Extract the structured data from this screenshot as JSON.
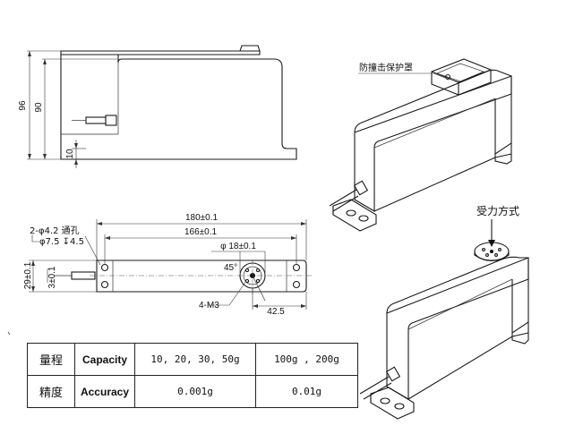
{
  "front_view": {
    "dim_overall_height": "96",
    "dim_body_height": "90",
    "dim_base": "10"
  },
  "top_view": {
    "hole_note_1": "2-φ4.2 通孔",
    "hole_note_2": "φ7.5 ↧4.5",
    "dim_length_total": "180±0.1",
    "dim_hole_spacing": "166±0.1",
    "dim_circle_dia": "φ 18±0.1",
    "dim_width": "29±0.1",
    "dim_offset": "3±0.1",
    "dim_angle": "45°",
    "thread_note": "4-M3",
    "dim_radius": "42.5"
  },
  "iso_view_top": {
    "callout": "防撞击保护罩"
  },
  "iso_view_bottom": {
    "callout": "受力方式"
  },
  "spec_table": {
    "rows": [
      {
        "zh": "量程",
        "en": "Capacity",
        "v1": "10, 20, 30, 50g",
        "v2": "100g , 200g"
      },
      {
        "zh": "精度",
        "en": "Accuracy",
        "v1": "0.001g",
        "v2": "0.01g"
      }
    ]
  }
}
